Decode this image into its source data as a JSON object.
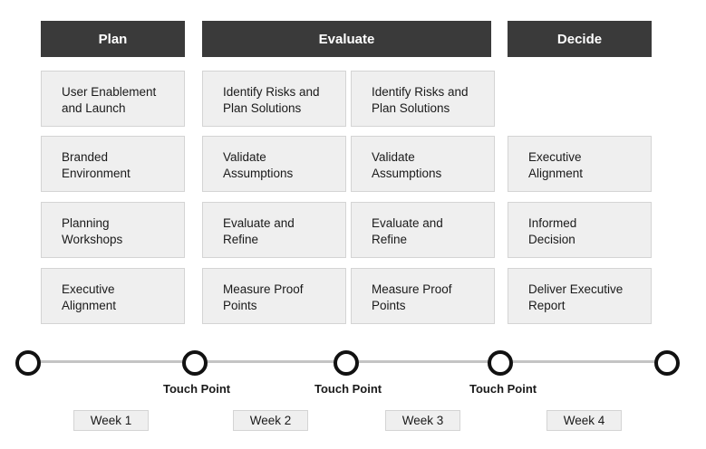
{
  "headers": {
    "plan": "Plan",
    "evaluate": "Evaluate",
    "decide": "Decide"
  },
  "plan_column": [
    "User Enablement\nand Launch",
    "Branded\nEnvironment",
    "Planning\nWorkshops",
    "Executive\nAlignment"
  ],
  "evaluate_column_1": [
    "Identify Risks and\nPlan Solutions",
    "Validate\nAssumptions",
    "Evaluate and\nRefine",
    "Measure Proof\nPoints"
  ],
  "evaluate_column_2": [
    "Identify Risks and\nPlan Solutions",
    "Validate\nAssumptions",
    "Evaluate and\nRefine",
    "Measure Proof\nPoints"
  ],
  "decide_column": [
    "Executive\nAlignment",
    "Informed\nDecision",
    "Deliver Executive\nReport"
  ],
  "timeline": {
    "touch_points": [
      "Touch Point",
      "Touch Point",
      "Touch Point"
    ],
    "weeks": [
      "Week 1",
      "Week 2",
      "Week 3",
      "Week 4"
    ]
  },
  "colors": {
    "header_bg": "#3a3a3a",
    "card_bg": "#efefef",
    "line": "#c4c4c4",
    "node_border": "#111111"
  }
}
